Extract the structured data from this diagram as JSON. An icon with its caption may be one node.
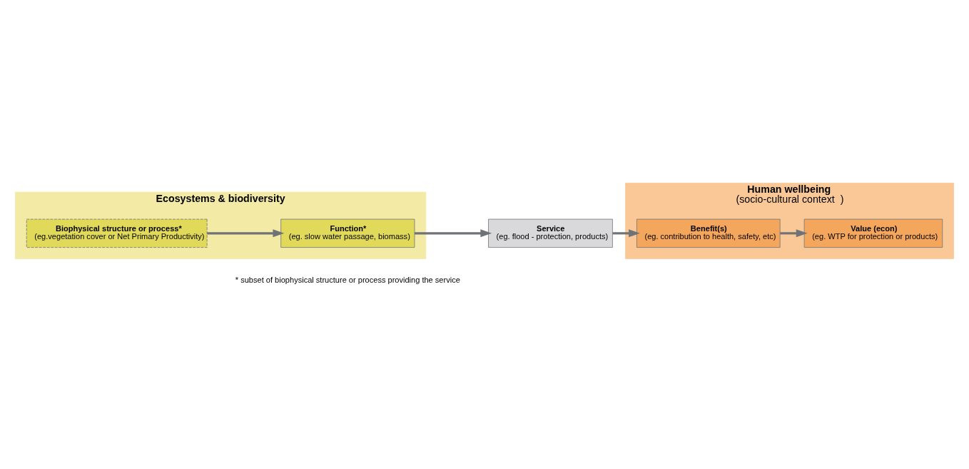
{
  "diagram": {
    "nodes": [
      {
        "text": [
          "Ecosystems & biodiversity"
        ]
      },
      {
        "text": [
          "Biophysical structure or process*",
          "(eg.vegetation cover or Net Primary Productivity)"
        ],
        "in": 0
      },
      {
        "text": [
          "Function*",
          "(eg. slow water passage, biomass)"
        ],
        "in": 0
      },
      {
        "text": [
          "Service",
          "(eg. flood - protection, products)"
        ]
      },
      {
        "text": [
          "Human wellbeing",
          "(socio-cultural context  )"
        ]
      },
      {
        "text": [
          "Benefit(s)",
          "(eg. contribution to health, safety, etc)"
        ],
        "in": 4
      },
      {
        "text": [
          "Value (econ)",
          "(eg. WTP for protection or products)"
        ],
        "in": 4
      }
    ],
    "edges": [
      {
        "from": 1,
        "to": 2,
        "arrow": "to"
      },
      {
        "from": 2,
        "to": 3,
        "arrow": "to"
      },
      {
        "from": 3,
        "to": 5,
        "arrow": "to"
      },
      {
        "from": 5,
        "to": 6,
        "arrow": "to"
      }
    ],
    "labels": [
      "* subset of biophysical structure or process providing the service"
    ]
  }
}
